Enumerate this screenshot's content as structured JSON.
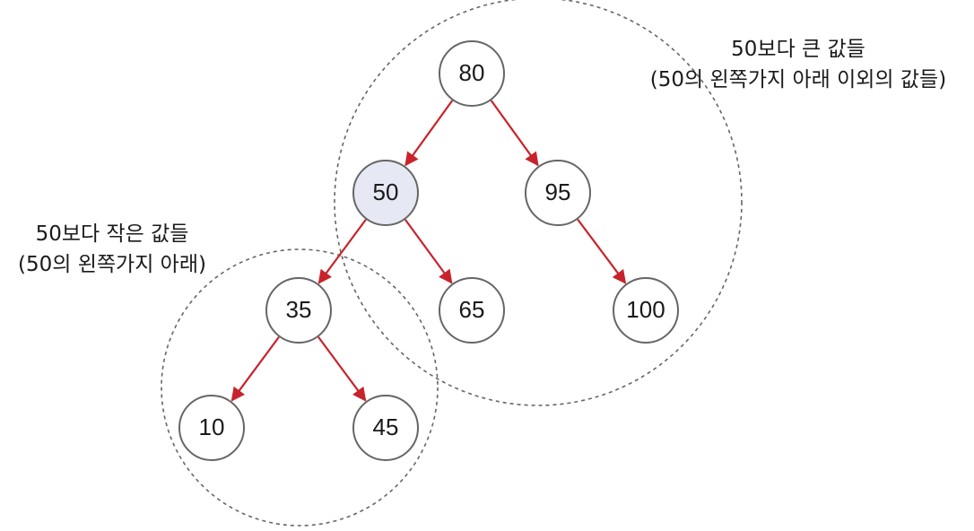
{
  "nodes": [
    {
      "id": "n80",
      "label": "80",
      "highlighted": false
    },
    {
      "id": "n50",
      "label": "50",
      "highlighted": true
    },
    {
      "id": "n95",
      "label": "95",
      "highlighted": false
    },
    {
      "id": "n35",
      "label": "35",
      "highlighted": false
    },
    {
      "id": "n65",
      "label": "65",
      "highlighted": false
    },
    {
      "id": "n100",
      "label": "100",
      "highlighted": false
    },
    {
      "id": "n10",
      "label": "10",
      "highlighted": false
    },
    {
      "id": "n45",
      "label": "45",
      "highlighted": false
    }
  ],
  "edges": [
    {
      "from": "n80",
      "to": "n50"
    },
    {
      "from": "n80",
      "to": "n95"
    },
    {
      "from": "n50",
      "to": "n35"
    },
    {
      "from": "n50",
      "to": "n65"
    },
    {
      "from": "n95",
      "to": "n100"
    },
    {
      "from": "n35",
      "to": "n10"
    },
    {
      "from": "n35",
      "to": "n45"
    }
  ],
  "groups": {
    "larger": {
      "line1": "50보다 큰 값들",
      "line2": "(50의 왼쪽가지 아래 이외의 값들)"
    },
    "smaller": {
      "line1": "50보다 작은 값들",
      "line2": "(50의 왼쪽가지 아래)"
    }
  },
  "colors": {
    "edge": "#c8232c",
    "node_stroke": "#666666",
    "node_fill": "#ffffff",
    "highlight_fill": "#e6e8f3",
    "group_stroke": "#666666"
  }
}
